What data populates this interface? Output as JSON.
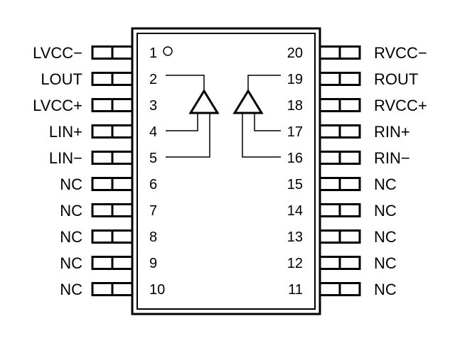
{
  "pins": {
    "left": [
      {
        "number": "1",
        "name": "LVCC−"
      },
      {
        "number": "2",
        "name": "LOUT"
      },
      {
        "number": "3",
        "name": "LVCC+"
      },
      {
        "number": "4",
        "name": "LIN+"
      },
      {
        "number": "5",
        "name": "LIN−"
      },
      {
        "number": "6",
        "name": "NC"
      },
      {
        "number": "7",
        "name": "NC"
      },
      {
        "number": "8",
        "name": "NC"
      },
      {
        "number": "9",
        "name": "NC"
      },
      {
        "number": "10",
        "name": "NC"
      }
    ],
    "right": [
      {
        "number": "20",
        "name": "RVCC−"
      },
      {
        "number": "19",
        "name": "ROUT"
      },
      {
        "number": "18",
        "name": "RVCC+"
      },
      {
        "number": "17",
        "name": "RIN+"
      },
      {
        "number": "16",
        "name": "RIN−"
      },
      {
        "number": "15",
        "name": "NC"
      },
      {
        "number": "14",
        "name": "NC"
      },
      {
        "number": "13",
        "name": "NC"
      },
      {
        "number": "12",
        "name": "NC"
      },
      {
        "number": "11",
        "name": "NC"
      }
    ]
  }
}
